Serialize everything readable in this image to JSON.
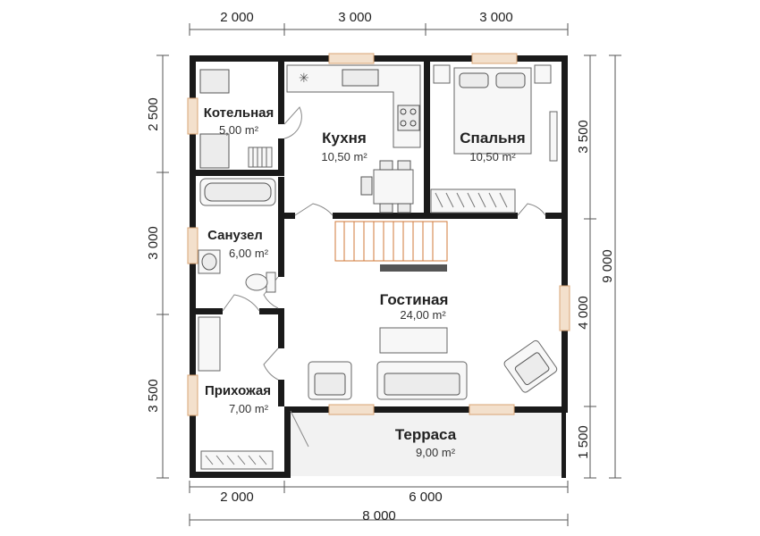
{
  "dimensions": {
    "top": [
      "2 000",
      "3 000",
      "3 000"
    ],
    "bottom": [
      "2 000",
      "6 000"
    ],
    "bottom_total": "8 000",
    "left": [
      "2 500",
      "3 000",
      "3 500"
    ],
    "right": [
      "3 500",
      "4 000",
      "1 500"
    ],
    "right_total": "9 000"
  },
  "rooms": {
    "boiler": {
      "name": "Котельная",
      "area": "5,00 m²"
    },
    "kitchen": {
      "name": "Кухня",
      "area": "10,50 m²"
    },
    "bedroom": {
      "name": "Спальня",
      "area": "10,50 m²"
    },
    "bathroom": {
      "name": "Санузел",
      "area": "6,00 m²"
    },
    "living": {
      "name": "Гостиная",
      "area": "24,00 m²"
    },
    "hall": {
      "name": "Прихожая",
      "area": "7,00 m²"
    },
    "terrace": {
      "name": "Терраса",
      "area": "9,00 m²"
    }
  }
}
